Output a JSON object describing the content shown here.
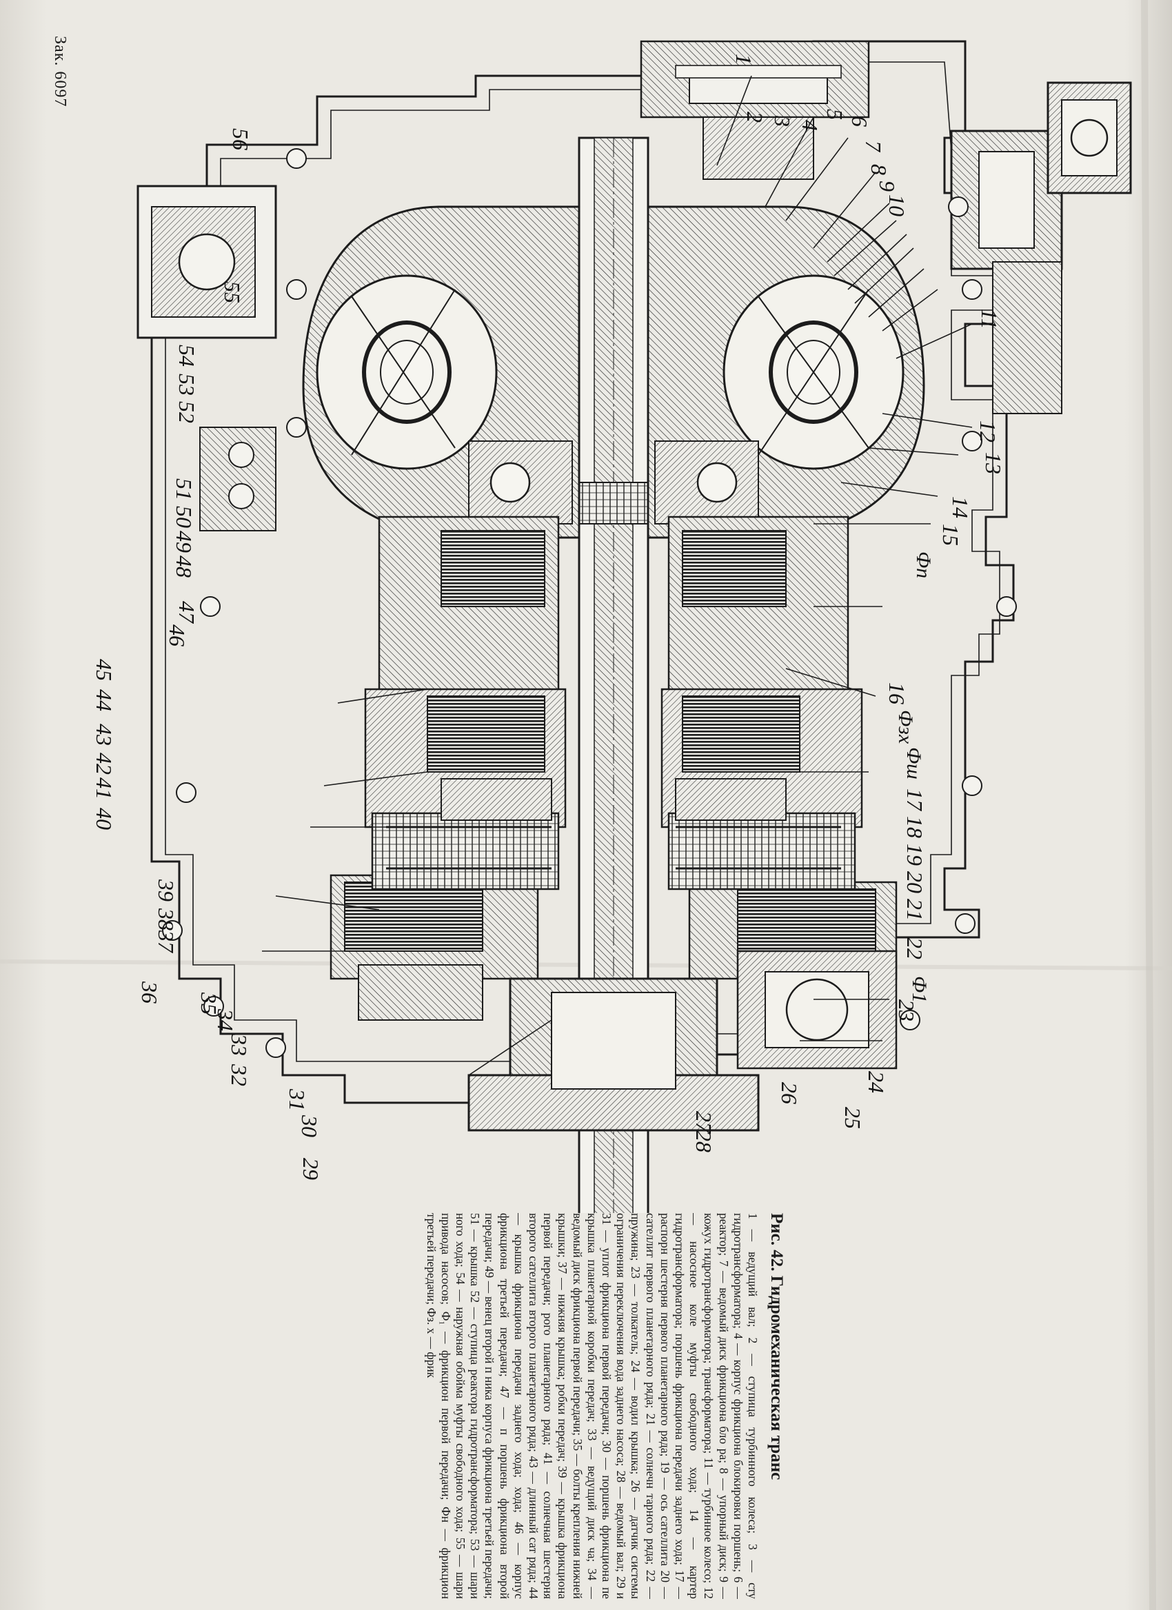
{
  "order_number": "Зак. 6097",
  "figure": {
    "title": "Рис. 42. Гидромеханическая транс",
    "caption_text": "1 — ведущий вал; 2 — ступица турбинного колеса; 3 — сту гидротрансформатора; 4 — корпус фрикциона блокировки поршень; 6 — реактор; 7 — ведомый диск фрикциона бло ра; 8 — упорный диск; 9 — кожух гидротрансформатора; трансформатора; 11 — турбинное колесо; 12 — насосное коле муфты свободного хода; 14 — картер гидротрансформатора; поршень фрикциона передачи заднего хода; 17 — распорн шестерня первого планетарного ряда; 19 — ось сателлита 20 — сателлит первого планетарного ряда; 21 — солнечн тарного ряда; 22 — пружина; 23 — толкатель; 24 — водил крышка; 26 — датчик системы ограничения переключения вода заднего насоса; 28 — ведомый вал; 29 и 31 — уплот фрикциона первой передачи; 30 — поршень фрикциона пе крышка планетарной коробки передач; 33 — ведущий диск ча; 34 — ведомый диск фрикциона первой передачи; 35 — болты крепления нижней крышки; 37 — нижняя крышка; робки передач; 39 — крышка фрикциона первой передачи; рого планетарного ряда; 41 — солнечная шестерня второго сателлита второго планетарного ряда; 43 — длинный сат ряда; 44 — крышка фрикциона передачи заднего хода; хода; 46 — корпус фрикциона третьей передачи; 47 — п поршень фрикциона второй передачи; 49 — венец второй п ника корпуса фрикциона третьей передачи; 51 — крышка 52 — ступица реактора гидротрансформатора; 53 — шари ного хода; 54 — наружная обойма муфты свободного хода; 55 — шари привода насосов; Ф₁ — фрикцион первой передачи; Фн — фрикцион третьей передачи; Фз. х — фрик"
  },
  "diagram": {
    "callouts": [
      "1",
      "2",
      "3",
      "4",
      "5",
      "6",
      "7",
      "8",
      "9",
      "10",
      "11",
      "12",
      "13",
      "14",
      "15",
      "Фп",
      "16",
      "Фзх",
      "Фш",
      "17",
      "18",
      "19",
      "20",
      "21",
      "22",
      "Ф1",
      "23",
      "24",
      "25",
      "26",
      "27",
      "28",
      "29",
      "30",
      "31",
      "32",
      "33",
      "34",
      "35",
      "36",
      "37",
      "38",
      "39",
      "40",
      "41",
      "42",
      "43",
      "44",
      "45",
      "46",
      "47",
      "48",
      "49",
      "50",
      "51",
      "52",
      "53",
      "54",
      "55",
      "56"
    ]
  }
}
